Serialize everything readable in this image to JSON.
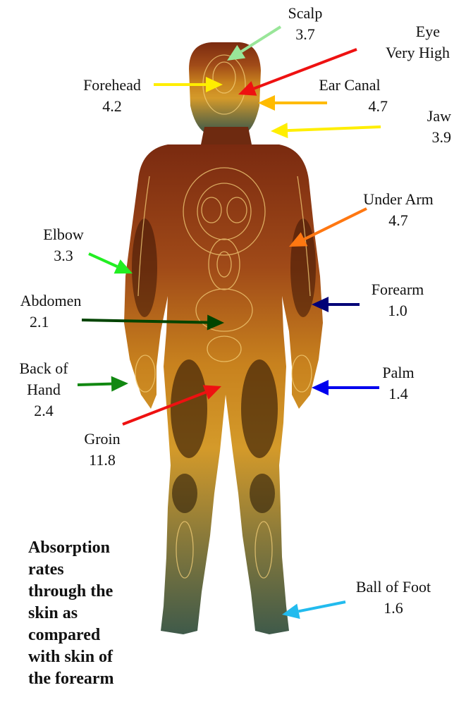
{
  "caption": [
    "Absorption",
    "rates",
    "through the",
    "skin as",
    "compared",
    "with skin of",
    "the forearm"
  ],
  "labels": [
    {
      "id": "scalp",
      "lines": [
        "Scalp",
        "3.7"
      ],
      "color": "#99e699"
    },
    {
      "id": "eye",
      "lines": [
        "Eye",
        "Very High"
      ],
      "color": "#ee1111"
    },
    {
      "id": "forehead",
      "lines": [
        "Forehead",
        "4.2"
      ],
      "color": "#ffee00"
    },
    {
      "id": "ear-canal",
      "lines": [
        "Ear Canal",
        "4.7"
      ],
      "color": "#ffbb00"
    },
    {
      "id": "jaw",
      "lines": [
        "Jaw",
        "3.9"
      ],
      "color": "#ffee00"
    },
    {
      "id": "under-arm",
      "lines": [
        "Under Arm",
        "4.7"
      ],
      "color": "#ff7711"
    },
    {
      "id": "elbow",
      "lines": [
        "Elbow",
        "3.3"
      ],
      "color": "#22ee22"
    },
    {
      "id": "forearm",
      "lines": [
        "Forearm",
        "1.0"
      ],
      "color": "#000077"
    },
    {
      "id": "abdomen",
      "lines": [
        "Abdomen",
        "2.1"
      ],
      "color": "#004400"
    },
    {
      "id": "back-of-hand",
      "lines": [
        "Back of",
        "Hand",
        "2.4"
      ],
      "color": "#118811"
    },
    {
      "id": "palm",
      "lines": [
        "Palm",
        "1.4"
      ],
      "color": "#0000ee"
    },
    {
      "id": "groin",
      "lines": [
        "Groin",
        "11.8"
      ],
      "color": "#ee1111"
    },
    {
      "id": "ball-of-foot",
      "lines": [
        "Ball of Foot",
        "1.6"
      ],
      "color": "#22bbee"
    }
  ]
}
